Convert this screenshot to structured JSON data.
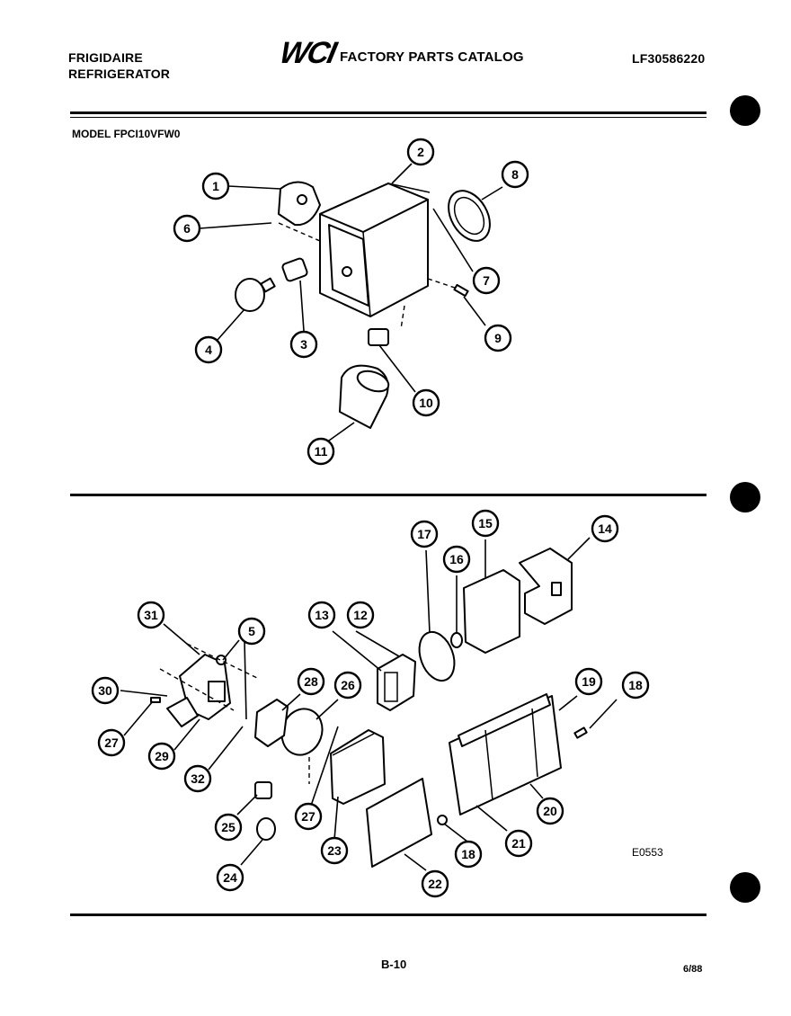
{
  "header": {
    "brand_line1": "FRIGIDAIRE",
    "brand_line2": "REFRIGERATOR",
    "logo_text": "WCI",
    "catalog_title": "FACTORY PARTS CATALOG",
    "catalog_number": "LF30586220",
    "model": "MODEL FPCI10VFW0"
  },
  "diagram": {
    "figure_code": "E0553",
    "callouts_top": [
      "1",
      "2",
      "3",
      "4",
      "6",
      "7",
      "8",
      "9",
      "10",
      "11"
    ],
    "callouts_bottom": [
      "5",
      "12",
      "13",
      "14",
      "15",
      "16",
      "17",
      "18",
      "18",
      "19",
      "20",
      "21",
      "22",
      "23",
      "24",
      "25",
      "26",
      "27",
      "27",
      "28",
      "29",
      "30",
      "31",
      "32"
    ]
  },
  "footer": {
    "page_number": "B-10",
    "date": "6/88"
  }
}
